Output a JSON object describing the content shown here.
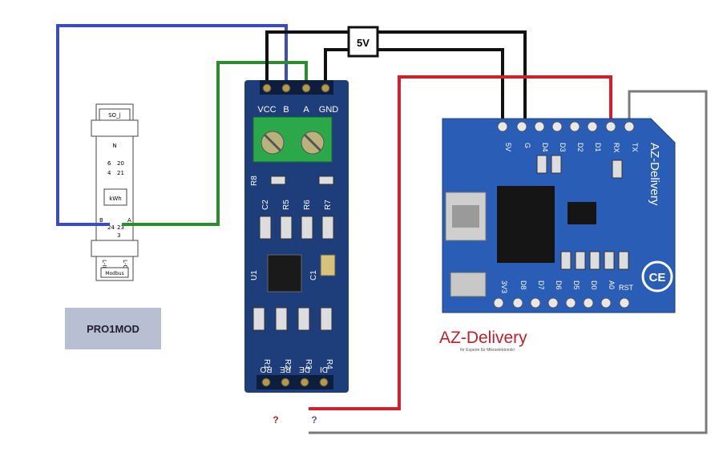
{
  "meter": {
    "label": "PRO1MOD",
    "terminals_top": [
      "SO_|",
      "N",
      "6",
      "20",
      "4",
      "21"
    ],
    "display": "kWh",
    "terminals_bottom": [
      "B",
      "A",
      "24",
      "23",
      "3"
    ],
    "bottom_labels": [
      "L-IN",
      "L-OUT",
      "Modbus"
    ]
  },
  "rs485_module": {
    "pins_top": [
      "VCC",
      "B",
      "A",
      "GND"
    ],
    "components": [
      "R8",
      "C2",
      "R5",
      "R6",
      "R7",
      "U1",
      "C1",
      "R1",
      "R2",
      "R3",
      "R4"
    ],
    "pins_bottom": [
      "RO",
      "RE",
      "DE",
      "DI"
    ]
  },
  "wemos": {
    "pins_top": [
      "5V",
      "G",
      "D4",
      "D3",
      "D2",
      "D1",
      "RX",
      "TX"
    ],
    "pins_bottom": [
      "3V3",
      "D8",
      "D7",
      "D6",
      "D5",
      "D0",
      "A0",
      "RST"
    ],
    "brand": "AZ-Delivery",
    "ce_mark": "CE"
  },
  "power_label": "5V",
  "unknown_marks": [
    "?",
    "?"
  ],
  "logo": {
    "text": "AZ-Delivery",
    "tagline": "Ihr Experte für Mikroelektronik!"
  },
  "colors": {
    "blue_wire": "#3a4cc0",
    "green_wire": "#2e8b2e",
    "black_wire": "#111111",
    "red_wire": "#d0202a",
    "gray_wire": "#7a7a7a",
    "pcb": "#1d3e7a",
    "wemos_pcb": "#2a5db5"
  }
}
